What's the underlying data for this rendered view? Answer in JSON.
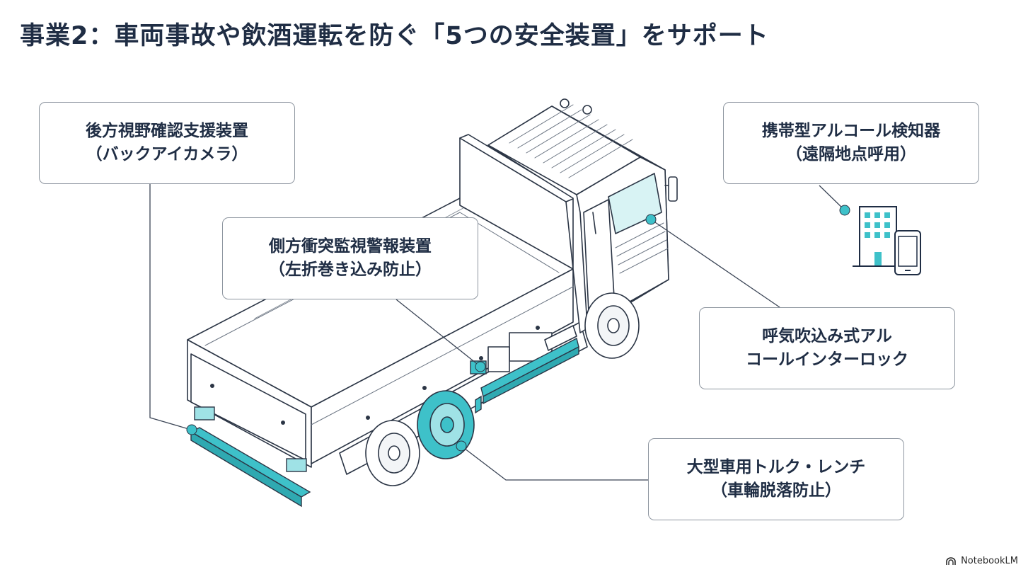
{
  "title": "事業2：車両事故や飲酒運転を防ぐ「5つの安全装置」をサポート",
  "labels": {
    "rear_camera": {
      "line1": "後方視野確認支援装置",
      "line2": "（バックアイカメラ）"
    },
    "side_collision": {
      "line1": "側方衝突監視警報装置",
      "line2": "（左折巻き込み防止）"
    },
    "portable_alcohol": {
      "line1": "携帯型アルコール検知器",
      "line2": "（遠隔地点呼用）"
    },
    "breath_interlock": {
      "line1": "呼気吹込み式アル",
      "line2": "コールインターロック"
    },
    "torque_wrench": {
      "line1": "大型車用トルク・レンチ",
      "line2": "（車輪脱落防止）"
    }
  },
  "brand": "NotebookLM",
  "colors": {
    "accent": "#3ec1c9",
    "ink": "#1f2d44",
    "outline": "#2b3545",
    "border": "#8e96a0"
  }
}
